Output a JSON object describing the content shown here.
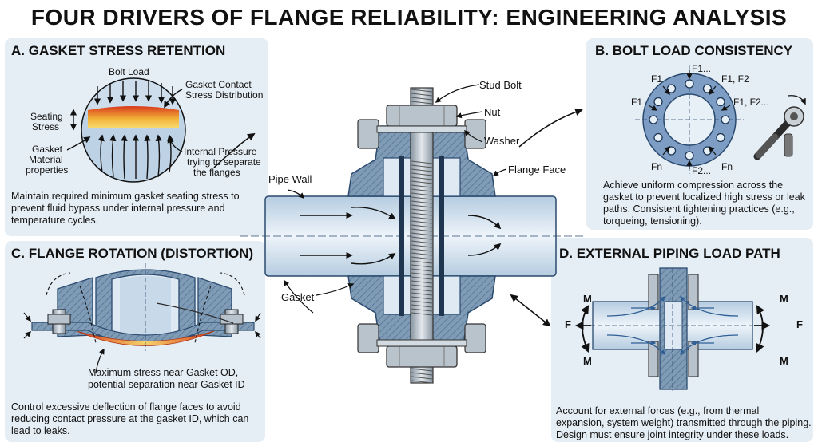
{
  "title": "FOUR DRIVERS OF FLANGE RELIABILITY: ENGINEERING ANALYSIS",
  "colors": {
    "panel": "#e6eef5",
    "steel": "#7f9bb6",
    "steel_dark": "#44607e",
    "pipe": "#cfe0ee",
    "bolt": "#9aa7b3",
    "hot": "#e8462a",
    "warm": "#f6c64a"
  },
  "panel_a": {
    "title": "A. GASKET STRESS RETENTION",
    "bolt_load": "Bolt Load",
    "contact_stress_1": "Gasket Contact",
    "contact_stress_2": "Stress Distribution",
    "seating_1": "Seating",
    "seating_2": "Stress",
    "material_1": "Gasket",
    "material_2": "Material",
    "material_3": "properties",
    "pressure_1": "Internal Pressure",
    "pressure_2": "trying to separate",
    "pressure_3": "the flanges",
    "description": "Maintain required minimum gasket seating stress to prevent fluid bypass under internal pressure and temperature cycles."
  },
  "panel_b": {
    "title": "B. BOLT LOAD CONSISTENCY",
    "f1": "F1",
    "f1_more": "F1...",
    "f1f2": "F1, F2",
    "f1f2_more": "F1, F2...",
    "f2_more": "F2...",
    "fn": "Fn",
    "description": "Achieve uniform compression across the gasket to prevent localized high stress or leak paths. Consistent tightening practices (e.g., torqueing, tensioning)."
  },
  "panel_c": {
    "title": "C. FLANGE ROTATION (DISTORTION)",
    "callout_1": "Maximum stress near Gasket OD,",
    "callout_2": "potential separation near Gasket ID",
    "description": "Control excessive deflection of flange faces to avoid reducing contact pressure at the gasket ID, which can lead to leaks."
  },
  "panel_d": {
    "title": "D. EXTERNAL PIPING LOAD PATH",
    "m": "M",
    "f": "F",
    "description_1": "Account for external forces (e.g., from thermal",
    "description_2": "expansion, system weight) transmitted through the piping.",
    "description_3": "Design must ensure joint integrity under these loads."
  },
  "center": {
    "stud_bolt": "Stud Bolt",
    "nut": "Nut",
    "washer": "Washer",
    "flange_face": "Flange Face",
    "pipe_wall": "Pipe Wall",
    "gasket": "Gasket"
  }
}
